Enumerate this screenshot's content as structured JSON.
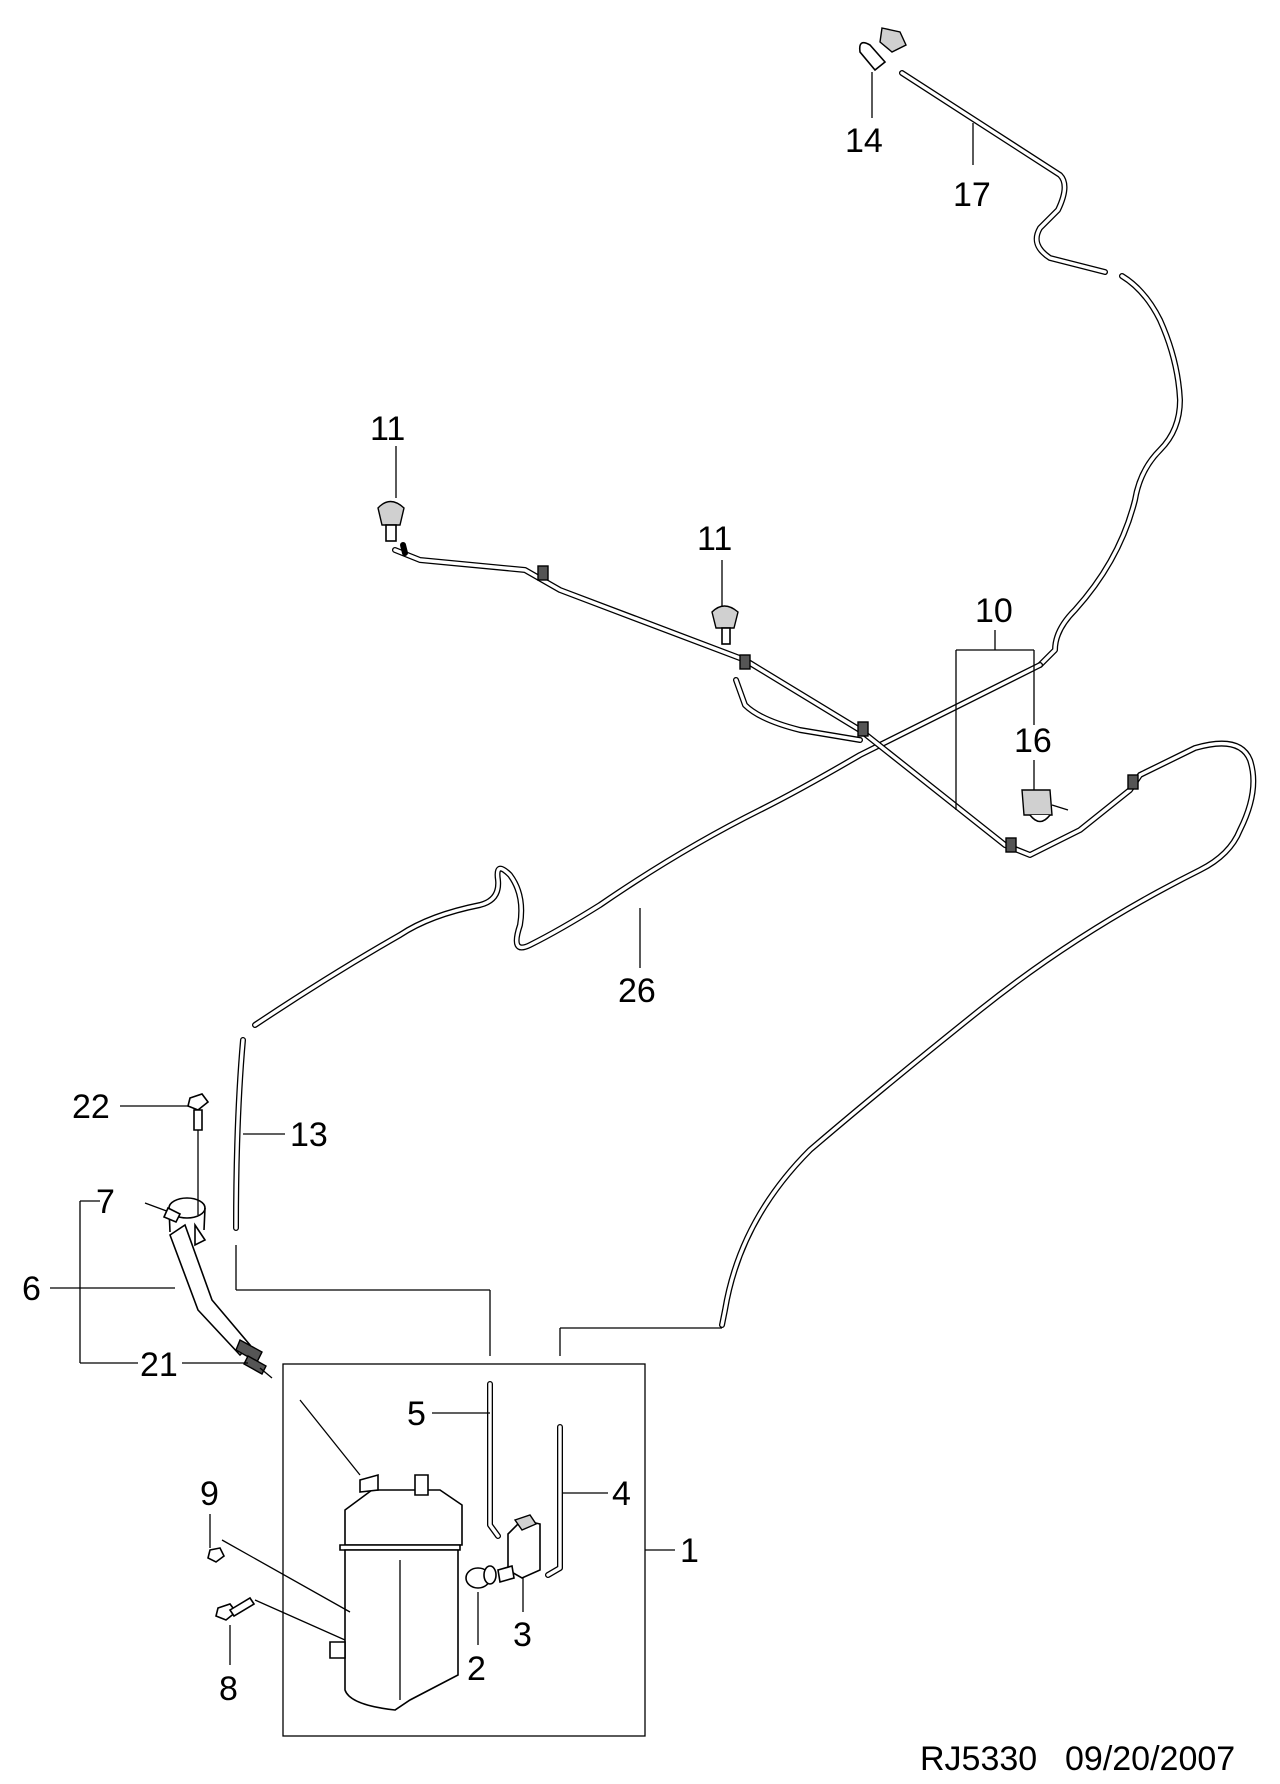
{
  "drawing": {
    "code": "RJ5330",
    "date": "09/20/2007"
  },
  "callouts": [
    {
      "id": "1",
      "label": "1"
    },
    {
      "id": "2",
      "label": "2"
    },
    {
      "id": "3",
      "label": "3"
    },
    {
      "id": "4",
      "label": "4"
    },
    {
      "id": "5",
      "label": "5"
    },
    {
      "id": "6",
      "label": "6"
    },
    {
      "id": "7",
      "label": "7"
    },
    {
      "id": "8",
      "label": "8"
    },
    {
      "id": "9",
      "label": "9"
    },
    {
      "id": "10",
      "label": "10"
    },
    {
      "id": "11a",
      "label": "11"
    },
    {
      "id": "11b",
      "label": "11"
    },
    {
      "id": "13",
      "label": "13"
    },
    {
      "id": "14",
      "label": "14"
    },
    {
      "id": "16",
      "label": "16"
    },
    {
      "id": "17",
      "label": "17"
    },
    {
      "id": "21",
      "label": "21"
    },
    {
      "id": "22",
      "label": "22"
    },
    {
      "id": "26",
      "label": "26"
    }
  ]
}
